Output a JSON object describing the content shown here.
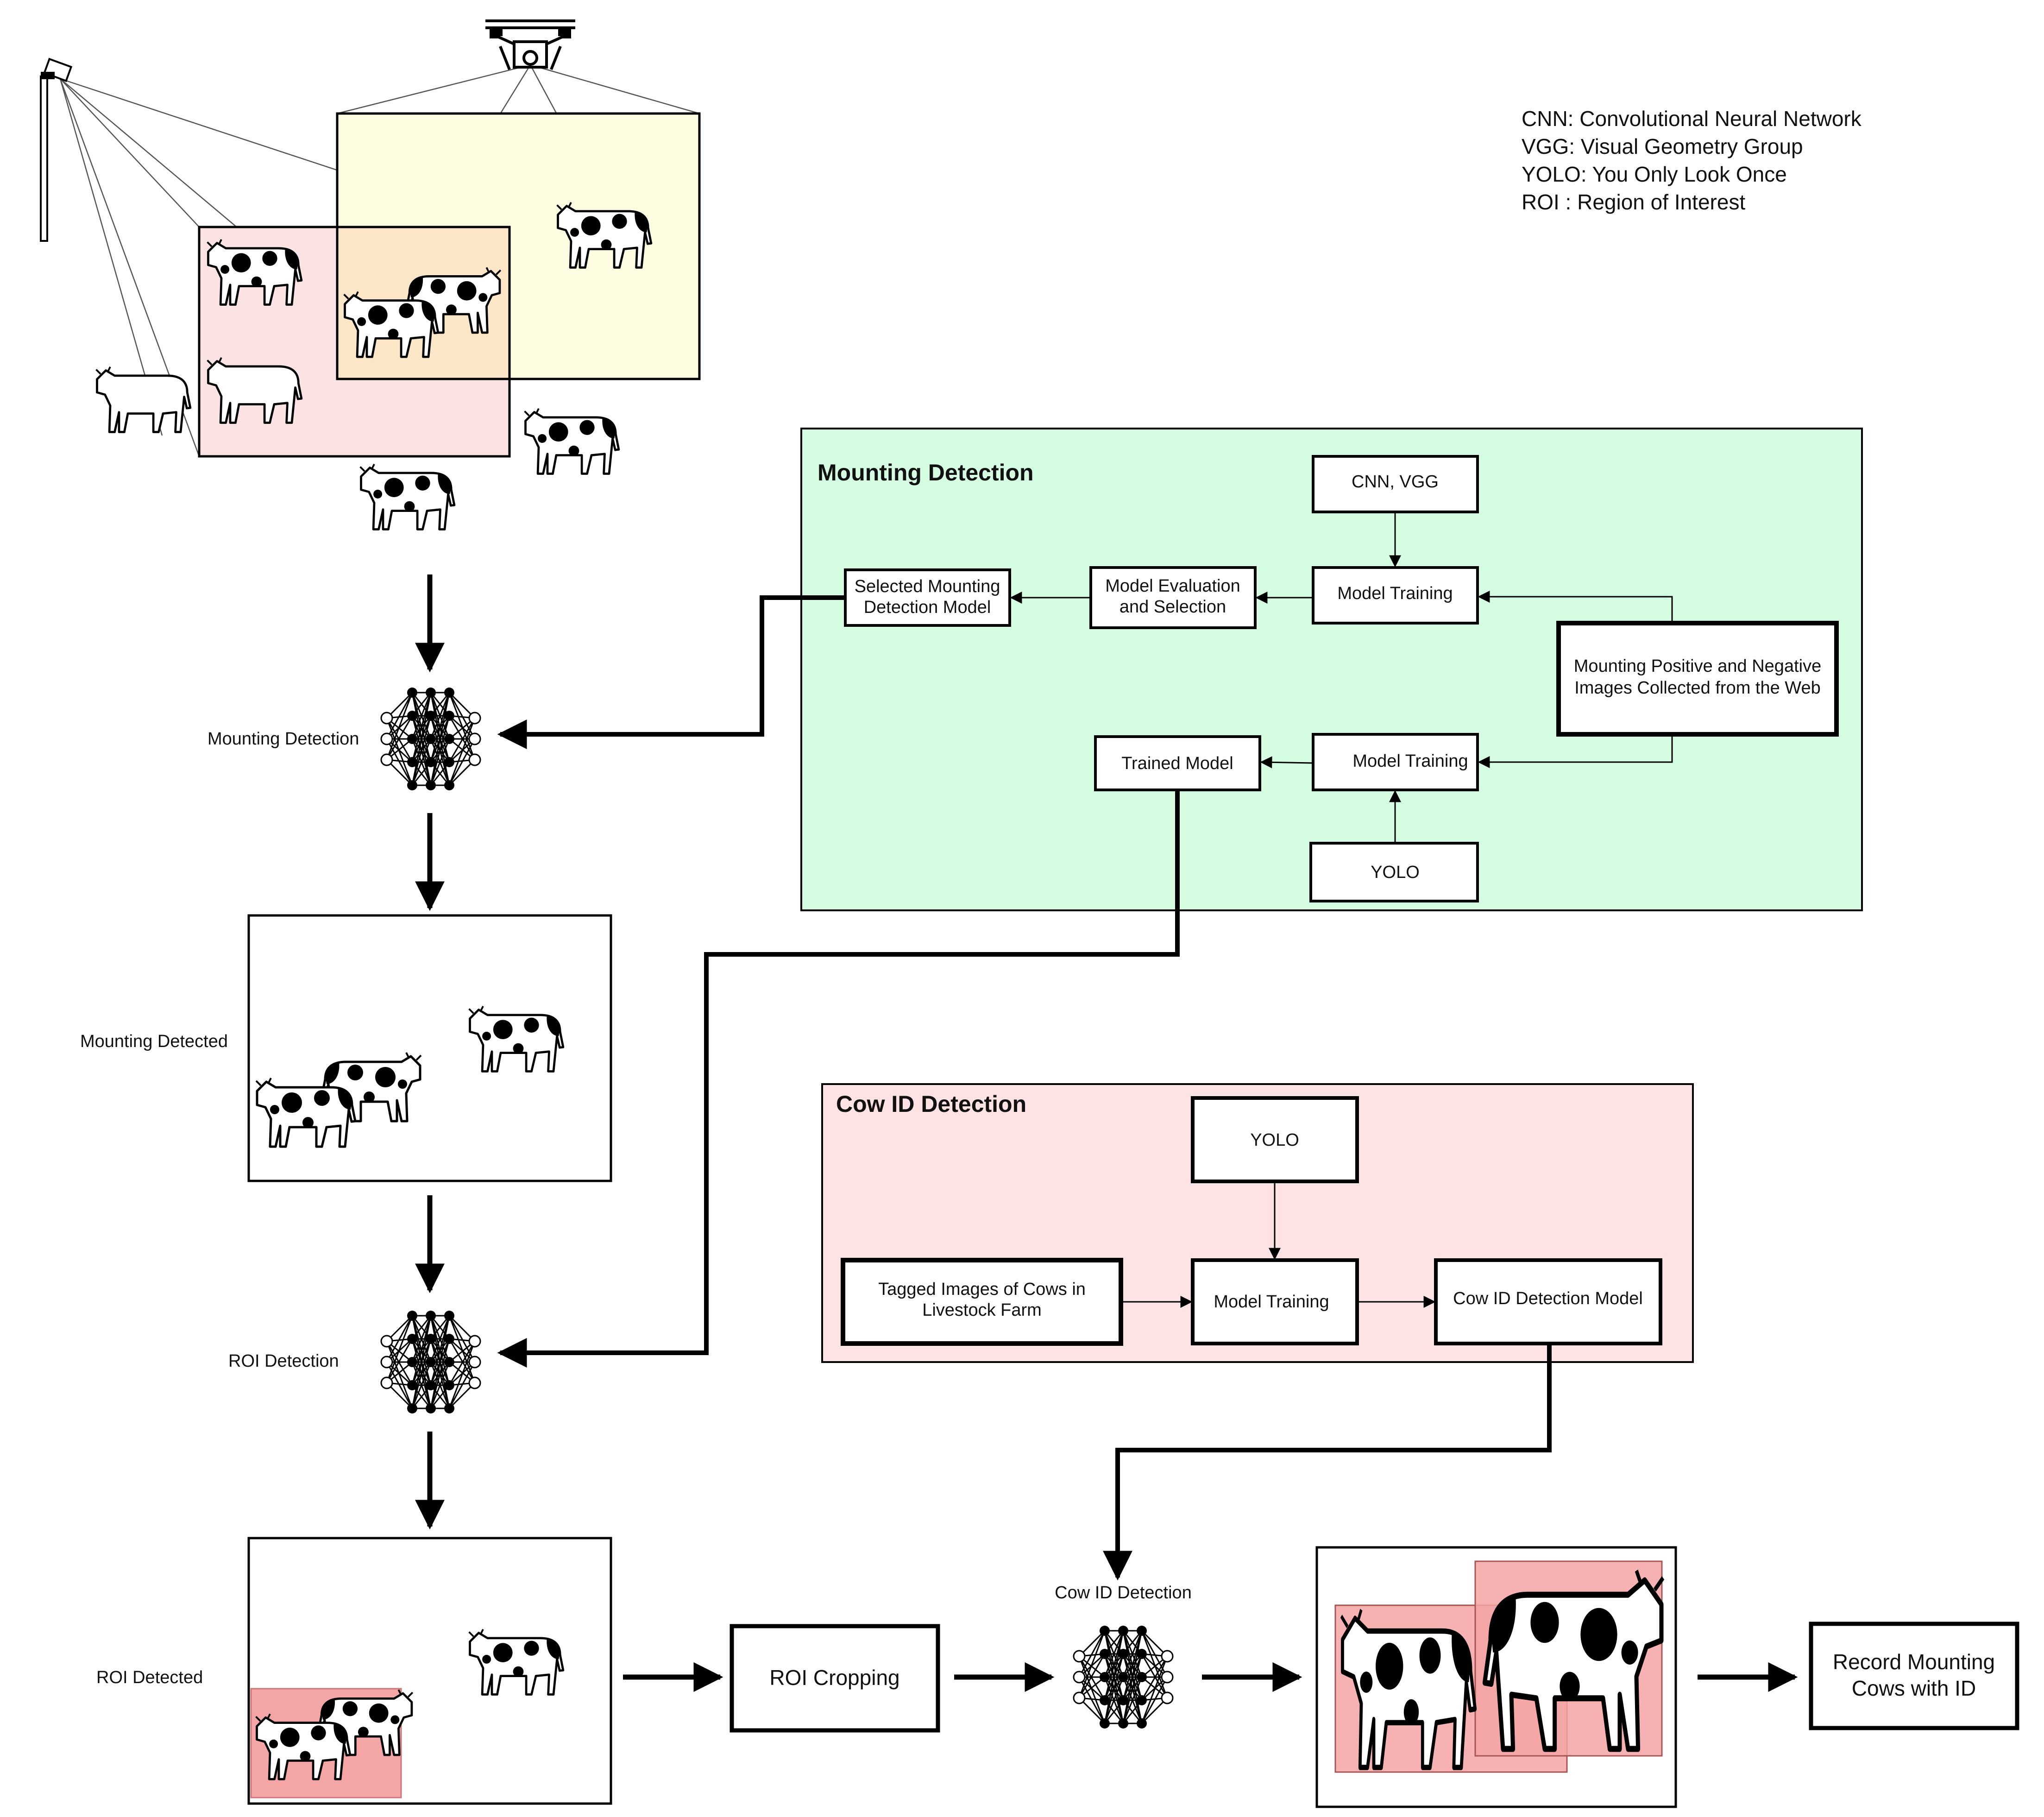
{
  "legend": [
    "CNN: Convolutional Neural Network",
    "VGG: Visual Geometry Group",
    "YOLO: You Only Look Once",
    "ROI : Region of Interest"
  ],
  "mounting_panel": {
    "title": "Mounting Detection",
    "cnn_vgg": "CNN, VGG",
    "model_training_top": "Model Training",
    "model_eval_l1": "Model Evaluation",
    "model_eval_l2": "and Selection",
    "selected_l1": "Selected Mounting",
    "selected_l2": "Detection Model",
    "web_images_l1": "Mounting Positive and Negative",
    "web_images_l2": "Images Collected from the Web",
    "model_training_bottom": "Model Training",
    "trained_model": "Trained Model",
    "yolo": "YOLO"
  },
  "cowid_panel": {
    "title": "Cow ID Detection",
    "yolo": "YOLO",
    "tagged_l1": "Tagged Images of Cows in",
    "tagged_l2": "Livestock Farm",
    "model_training": "Model Training",
    "cowid_model": "Cow ID Detection Model"
  },
  "pipeline": {
    "mounting_detection": "Mounting Detection",
    "mounting_detected": "Mounting Detected",
    "roi_detection": "ROI Detection",
    "roi_detected": "ROI Detected",
    "roi_cropping": "ROI Cropping",
    "cow_id_detection": "Cow ID Detection",
    "record_l1": "Record Mounting",
    "record_l2": "Cows with ID"
  },
  "colors": {
    "mounting_panel_fill": "#d5fde2",
    "cowid_panel_fill": "#fde3e3",
    "camera_view_fill": "#fbe3e3",
    "drone_view_fill": "#fdfde2",
    "overlap_fill": "#fce6c8",
    "roi_highlight": "#f4a5a5",
    "stroke": "#000000"
  }
}
